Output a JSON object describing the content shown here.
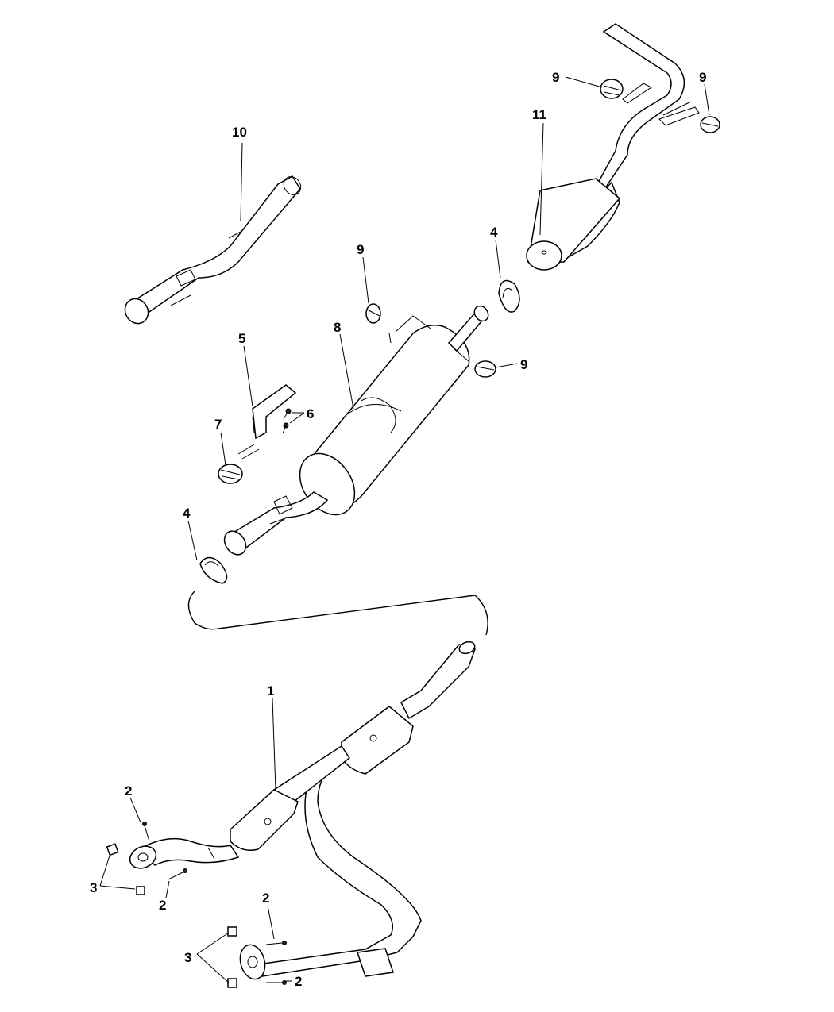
{
  "diagram": {
    "type": "exploded parts diagram",
    "callouts": {
      "c1": "1",
      "c2a": "2",
      "c2b": "2",
      "c2c": "2",
      "c2d": "2",
      "c3a": "3",
      "c3b": "3",
      "c4a": "4",
      "c4b": "4",
      "c5": "5",
      "c6": "6",
      "c7": "7",
      "c8": "8",
      "c9a": "9",
      "c9b": "9",
      "c9c": "9",
      "c9d": "9",
      "c10": "10",
      "c11": "11"
    }
  }
}
